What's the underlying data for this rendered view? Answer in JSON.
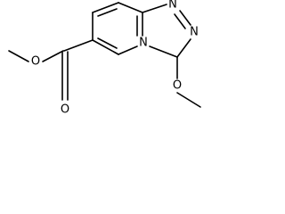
{
  "molecule": {
    "atom_labels": {
      "ester_oxygen_single": "O",
      "ester_oxygen_double": "O",
      "ring_nitrogen_top": "N",
      "ring_nitrogen_right": "N",
      "ring_nitrogen_bridge": "N",
      "methoxy_oxygen": "O"
    },
    "colors": {
      "bond": "#000000",
      "label": "#000000",
      "background": "#ffffff"
    }
  }
}
